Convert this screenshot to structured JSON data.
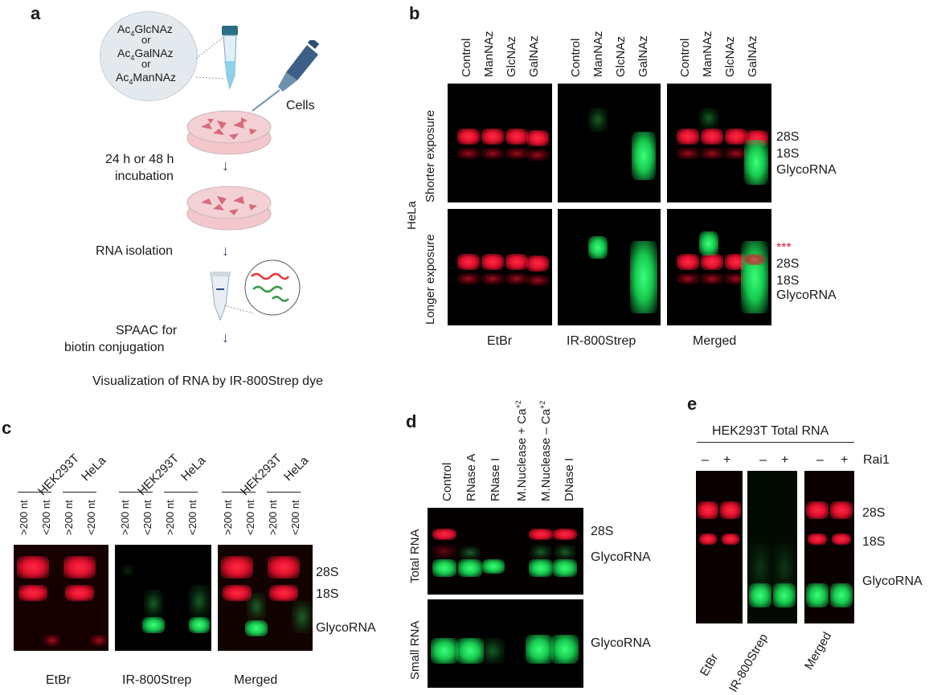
{
  "panels": {
    "a": {
      "letter": "a",
      "sugars": {
        "l1": "Ac",
        "s1": "4",
        "r1": "GlcNAz",
        "or1": "or",
        "l2": "Ac",
        "s2": "4",
        "r2": "GalNAz",
        "or2": "or",
        "l3": "Ac",
        "s3": "4",
        "r3": "ManNAz"
      },
      "cells": "Cells",
      "incubation_1": "24 h or 48 h",
      "incubation_2": "incubation",
      "rna_isolation": "RNA isolation",
      "spaac_1": "SPAAC for",
      "spaac_2": "biotin conjugation",
      "visualization": "Visualization of RNA by IR-800Strep dye"
    },
    "b": {
      "letter": "b",
      "lanes": [
        "Control",
        "ManNAz",
        "GlcNAz",
        "GalNAz"
      ],
      "cell_line": "HeLa",
      "row1": "Shorter exposure",
      "row2": "Longer exposure",
      "bottom": [
        "EtBr",
        "IR-800Strep",
        "Merged"
      ],
      "right_top": [
        "28S",
        "18S",
        "GlycoRNA"
      ],
      "right_bottom": [
        "***",
        "28S",
        "18S",
        "GlycoRNA"
      ]
    },
    "c": {
      "letter": "c",
      "groups": [
        "HEK293T",
        "HeLa"
      ],
      "sizes": [
        ">200 nt",
        "<200 nt",
        ">200 nt",
        "<200 nt"
      ],
      "bottom": [
        "EtBr",
        "IR-800Strep",
        "Merged"
      ],
      "right": [
        "28S",
        "18S",
        "GlycoRNA"
      ]
    },
    "d": {
      "letter": "d",
      "lanes": [
        "Control",
        "RNase A",
        "RNase I",
        "M.Nuclease + Ca",
        "M.Nuclease – Ca",
        "DNase I"
      ],
      "ca_sup": "+2",
      "row1": "Total RNA",
      "row2": "Small RNA",
      "right_top": [
        "28S",
        "GlycoRNA"
      ],
      "right_bottom": [
        "GlycoRNA"
      ]
    },
    "e": {
      "letter": "e",
      "header": "HEK293T Total RNA",
      "signs": [
        "–",
        "+",
        "–",
        "+",
        "–",
        "+"
      ],
      "rai": "Rai1",
      "bottom": [
        "EtBr",
        "IR-800Strep",
        "Merged"
      ],
      "right": [
        "28S",
        "18S",
        "GlycoRNA"
      ]
    }
  },
  "colors": {
    "etbr_red": "#e8102c",
    "ir_green": "#22e060",
    "asterisk_red": "#e0203a"
  }
}
